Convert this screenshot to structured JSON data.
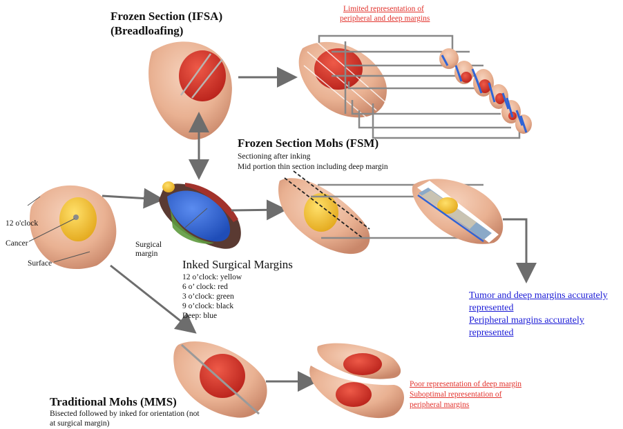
{
  "ifsa": {
    "title_line1": "Frozen Section (IFSA)",
    "title_line2": "(Breadloafing)",
    "note_line1": "Limited representation of",
    "note_line2": "peripheral and deep margins"
  },
  "fsm": {
    "title": "Frozen Section Mohs (FSM)",
    "desc_line1": "Sectioning after inking",
    "desc_line2": "Mid portion thin section including deep margin",
    "result_line1": "Tumor and deep margins accurately",
    "result_line2": "represented",
    "result_line3": "Peripheral margins accurately",
    "result_line4": "represented"
  },
  "lesion": {
    "label_12": "12 o'clock",
    "label_cancer": "Cancer",
    "label_surface": "Surface",
    "label_margin_1": "Surgical",
    "label_margin_2": "margin"
  },
  "inked": {
    "title": "Inked Surgical Margins",
    "items": [
      "12 o’clock: yellow",
      "6 o’ clock: red",
      "3 o’clock: green",
      "9 o’clock: black",
      "Deep: blue"
    ]
  },
  "mms": {
    "title": "Traditional Mohs (MMS)",
    "desc_line1": "Bisected followed by inked for orientation (not",
    "desc_line2": "at surgical margin)",
    "note_line1": "Poor representation of deep margin",
    "note_line2": "Suboptimal representation of",
    "note_line3": "peripheral margins"
  },
  "colors": {
    "skin": "#e9b192",
    "tumor": "#d8312a",
    "ink_yellow": "#f2c12e",
    "ink_blue": "#2f64d6",
    "ink_red": "#b0332c",
    "ink_green": "#4f8f3a",
    "ink_black": "#222222",
    "warning_text": "#e2322c",
    "result_text": "#1b1bd6"
  }
}
